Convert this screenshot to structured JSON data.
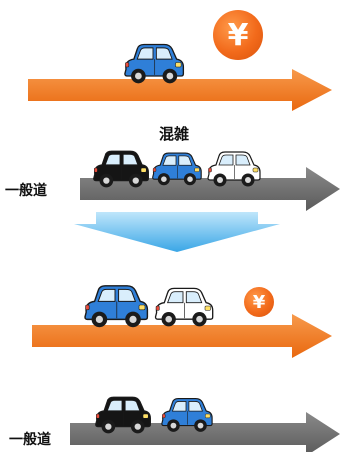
{
  "labels": {
    "congestion": "混雑",
    "general_road_top": "一般道",
    "general_road_bottom": "一般道"
  },
  "currency_symbol": "¥",
  "icons": {
    "toll_coin": "yen-coin-icon",
    "car": "car-icon",
    "transition_arrow": "down-arrow-icon"
  },
  "colors": {
    "expressway_arrow": "#f47b20",
    "general_road_arrow": "#6e6e6e",
    "transition_arrow": "#56b7ea",
    "car_blue": "#2f7fd8",
    "car_white": "#ffffff",
    "car_black": "#151515",
    "toll_coin": "#f26a1b"
  }
}
